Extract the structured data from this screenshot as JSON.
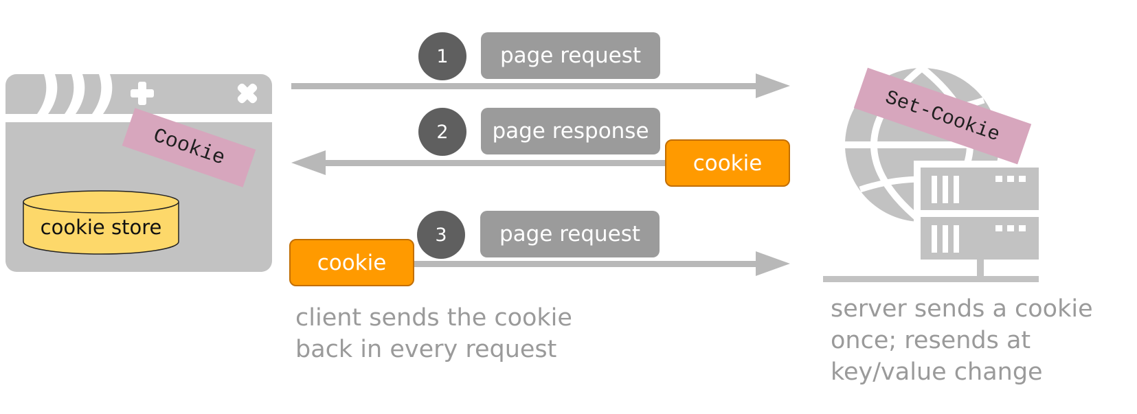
{
  "client": {
    "tag": "Cookie",
    "store_label": "cookie store"
  },
  "server": {
    "tag": "Set-Cookie"
  },
  "steps": [
    {
      "number": "1",
      "label": "page request"
    },
    {
      "number": "2",
      "label": "page response"
    },
    {
      "number": "3",
      "label": "page request"
    }
  ],
  "cookie_token_label": "cookie",
  "captions": {
    "client": "client sends the cookie\nback in every request",
    "server": "server sends a cookie\nonce; resends at\nkey/value change"
  },
  "colors": {
    "gray_icon": "#c2c2c2",
    "arrow": "#b8b8b8",
    "step_circle": "#5f5f5f",
    "label_box": "#9b9b9b",
    "cookie_orange": "#ff9a00",
    "tag_pink": "#d7a6bd",
    "store_yellow": "#fdd86a",
    "caption_text": "#9a9a9a"
  },
  "icons": {
    "client": "browser-window-icon",
    "server": "globe-server-icon"
  }
}
